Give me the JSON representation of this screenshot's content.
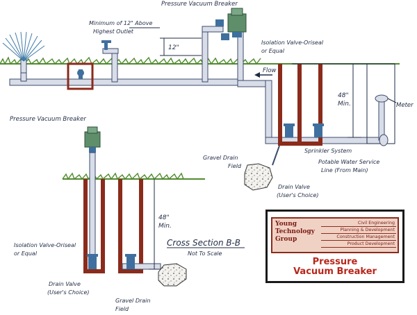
{
  "top_diagram": {
    "pvb_label": "Pressure Vacuum Breaker",
    "min_height_line1": "Minimum of 12\" Above",
    "min_height_line2": "Highest Outlet",
    "dim_12": "12\"",
    "isolation_line1": "Isolation Valve-Oriseal",
    "isolation_line2": "or Equal",
    "flow": "Flow",
    "depth_line1": "48\"",
    "depth_line2": "Min.",
    "meter": "Meter",
    "sprinkler_system": "Sprinkler System",
    "potable_line1": "Potable Water Service",
    "potable_line2": "Line (From Main)",
    "gravel_line1": "Gravel Drain",
    "gravel_line2": "Field",
    "drain_line1": "Drain Valve",
    "drain_line2": "(User's Choice)"
  },
  "section_diagram": {
    "pvb_label": "Pressure Vacuum Breaker",
    "depth_line1": "48\"",
    "depth_line2": "Min.",
    "isolation_line1": "Isolation Valve-Oriseal",
    "isolation_line2": "or Equal",
    "section_title": "Cross Section B-B",
    "section_subtitle": "Not To Scale",
    "drain_line1": "Drain Valve",
    "drain_line2": "(User's Choice)",
    "gravel_line1": "Gravel Drain",
    "gravel_line2": "Field"
  },
  "title_block": {
    "company": [
      "Young",
      "Technology",
      "Group"
    ],
    "services": [
      "Civil Engineering",
      "Planning & Development",
      "Construction Management",
      "Product Development"
    ],
    "title_line1": "Pressure",
    "title_line2": "Vacuum Breaker"
  },
  "colors": {
    "pipe": "#d9dde8",
    "pipe_outline": "#3b4a6b",
    "trench": "#8b2b1b",
    "grass": "#4f8a2e",
    "valve": "#3f6f9e",
    "pvb_body": "#5f8f6a",
    "title_red": "#b8261a"
  }
}
